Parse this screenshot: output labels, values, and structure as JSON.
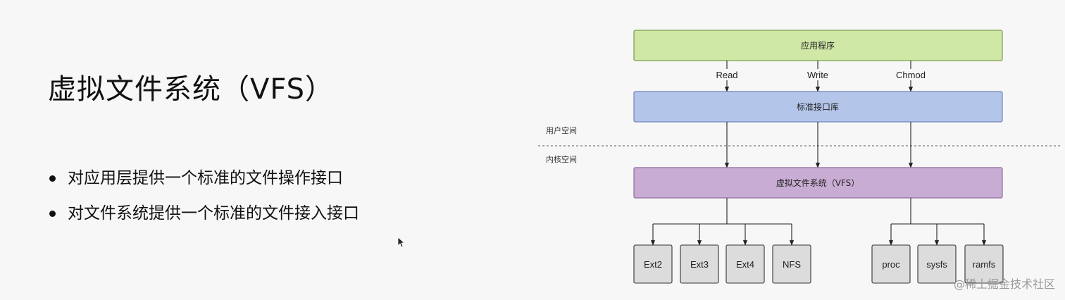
{
  "slide": {
    "title": "虚拟文件系统（VFS）",
    "bullets": [
      "对应用层提供一个标准的文件操作接口",
      "对文件系统提供一个标准的文件接入接口"
    ]
  },
  "diagram": {
    "app_layer": "应用程序",
    "std_lib": "标准接口库",
    "vfs": "虚拟文件系统（VFS）",
    "ops": [
      "Read",
      "Write",
      "Chmod"
    ],
    "user_space": "用户空间",
    "kernel_space": "内核空间",
    "filesystems_left": [
      "Ext2",
      "Ext3",
      "Ext4",
      "NFS"
    ],
    "filesystems_right": [
      "proc",
      "sysfs",
      "ramfs"
    ]
  },
  "watermark": "@稀土掘金技术社区",
  "colors": {
    "app_fill": "#cfe8a6",
    "app_border": "#7d9a4e",
    "lib_fill": "#b3c5e9",
    "lib_border": "#6e83b8",
    "vfs_fill": "#c9acd4",
    "vfs_border": "#8f6a9e",
    "fs_fill": "#dcdcdc",
    "fs_border": "#333333"
  }
}
